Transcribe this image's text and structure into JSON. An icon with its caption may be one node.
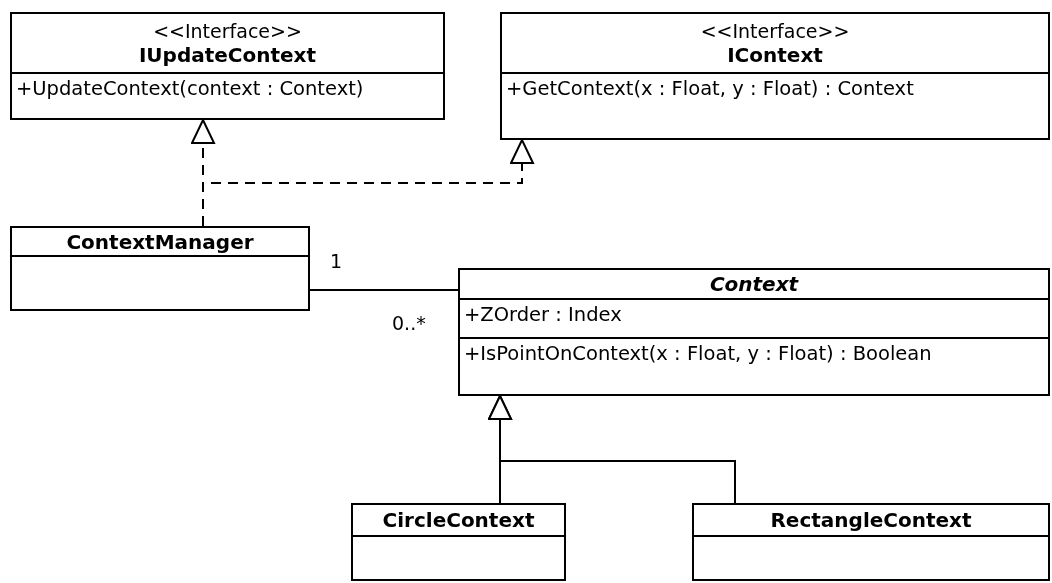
{
  "diagram": {
    "nodes": [
      {
        "text": [
          "<<Interface>>",
          "IUpdateContext",
          "+UpdateContext(context : Context)"
        ]
      },
      {
        "text": [
          "<<Interface>>",
          "IContext",
          "+GetContext(x : Float, y : Float) : Context"
        ]
      },
      {
        "text": [
          "ContextManager"
        ]
      },
      {
        "text": [
          "Context",
          "+ZOrder : Index",
          "+IsPointOnContext(x : Float, y : Float) : Boolean"
        ]
      },
      {
        "text": [
          "CircleContext"
        ]
      },
      {
        "text": [
          "RectangleContext"
        ]
      }
    ],
    "edges": [
      {
        "from": 2,
        "to": 0,
        "arrow": "to",
        "style": "dashed"
      },
      {
        "from": 2,
        "to": 1,
        "arrow": "to",
        "style": "dashed"
      },
      {
        "from": 2,
        "to": 3,
        "arrow": "none"
      },
      {
        "from": 4,
        "to": 3,
        "arrow": "to"
      },
      {
        "from": 5,
        "to": 3,
        "arrow": "to"
      }
    ],
    "labels": [
      "1",
      "0..*"
    ]
  }
}
